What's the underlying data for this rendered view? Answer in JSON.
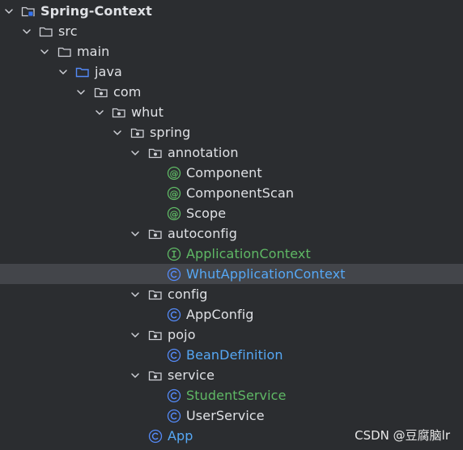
{
  "tree": {
    "rows": [
      {
        "label": "Spring-Context",
        "icon": "module-folder-icon",
        "expanded": true,
        "color": "default"
      },
      {
        "label": "src",
        "icon": "folder-icon",
        "expanded": true,
        "color": "default"
      },
      {
        "label": "main",
        "icon": "folder-icon",
        "expanded": true,
        "color": "default"
      },
      {
        "label": "java",
        "icon": "source-root-folder-icon",
        "expanded": true,
        "color": "default"
      },
      {
        "label": "com",
        "icon": "package-icon",
        "expanded": true,
        "color": "default"
      },
      {
        "label": "whut",
        "icon": "package-icon",
        "expanded": true,
        "color": "default"
      },
      {
        "label": "spring",
        "icon": "package-icon",
        "expanded": true,
        "color": "default"
      },
      {
        "label": "annotation",
        "icon": "package-icon",
        "expanded": true,
        "color": "default"
      },
      {
        "label": "Component",
        "icon": "annotation-icon",
        "color": "default"
      },
      {
        "label": "ComponentScan",
        "icon": "annotation-icon",
        "color": "default"
      },
      {
        "label": "Scope",
        "icon": "annotation-icon",
        "color": "default"
      },
      {
        "label": "autoconfig",
        "icon": "package-icon",
        "expanded": true,
        "color": "default"
      },
      {
        "label": "ApplicationContext",
        "icon": "interface-icon",
        "color": "green"
      },
      {
        "label": "WhutApplicationContext",
        "icon": "class-icon",
        "color": "blue",
        "selected": true
      },
      {
        "label": "config",
        "icon": "package-icon",
        "expanded": true,
        "color": "default"
      },
      {
        "label": "AppConfig",
        "icon": "class-icon",
        "color": "default"
      },
      {
        "label": "pojo",
        "icon": "package-icon",
        "expanded": true,
        "color": "default"
      },
      {
        "label": "BeanDefinition",
        "icon": "class-icon",
        "color": "blue"
      },
      {
        "label": "service",
        "icon": "package-icon",
        "expanded": true,
        "color": "default"
      },
      {
        "label": "StudentService",
        "icon": "class-icon",
        "color": "green"
      },
      {
        "label": "UserService",
        "icon": "class-icon",
        "color": "default"
      },
      {
        "label": "App",
        "icon": "class-icon",
        "color": "blue"
      }
    ]
  },
  "watermark": "CSDN @豆腐脑lr",
  "colors": {
    "background": "#2b2d30",
    "selection": "#43454a",
    "text": "#dfe1e5",
    "green": "#5fb865",
    "blue": "#56a8f5",
    "class_icon": "#548af7",
    "annotation_icon": "#5fb865",
    "interface_icon": "#5fb865"
  }
}
